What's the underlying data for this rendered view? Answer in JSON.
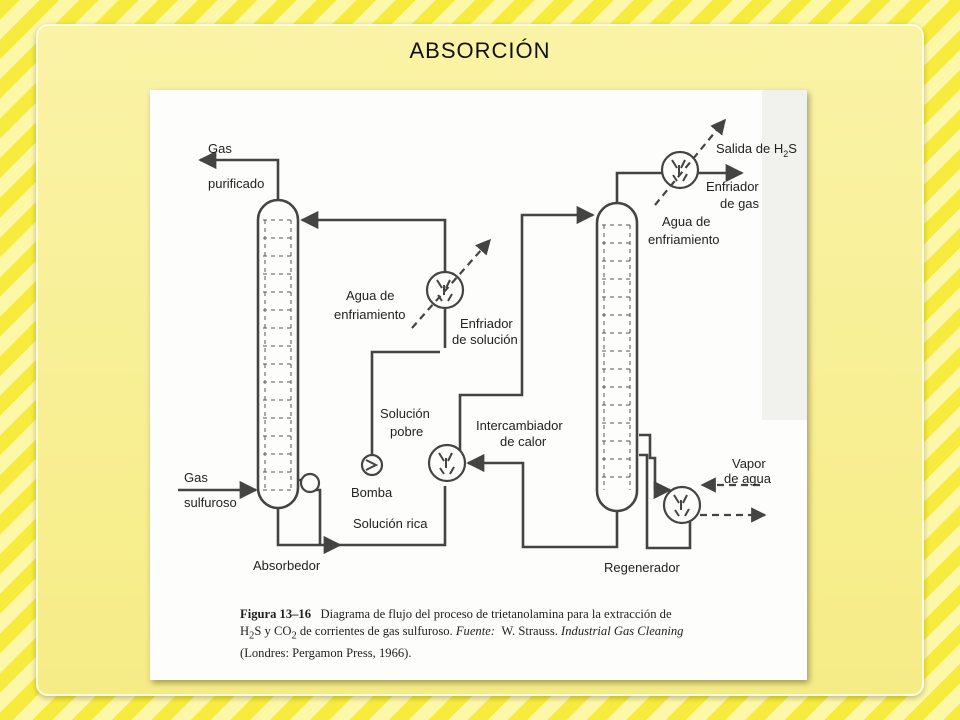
{
  "slide": {
    "title": "ABSORCIÓN"
  },
  "diagram": {
    "labels": {
      "gas_purificado_1": "Gas",
      "gas_purificado_2": "purificado",
      "gas_sulfuroso_1": "Gas",
      "gas_sulfuroso_2": "sulfuroso",
      "absorbedor": "Absorbedor",
      "agua_enfriamiento_left_1": "Agua de",
      "agua_enfriamiento_left_2": "enfriamiento",
      "enfriador_solucion_1": "Enfriador",
      "enfriador_solucion_2": "de solución",
      "solucion_pobre_1": "Solución",
      "solucion_pobre_2": "pobre",
      "bomba": "Bomba",
      "solucion_rica": "Solución rica",
      "intercambiador_1": "Intercambiador",
      "intercambiador_2": "de calor",
      "salida_h2s_1": "Salida de H",
      "salida_h2s_sub": "2",
      "salida_h2s_2": "S",
      "enfriador_gas_1": "Enfriador",
      "enfriador_gas_2": "de gas",
      "agua_enfriamiento_right_1": "Agua de",
      "agua_enfriamiento_right_2": "enfriamiento",
      "vapor_agua_1": "Vapor",
      "vapor_agua_2": "de agua",
      "regenerador": "Regenerador"
    },
    "caption": {
      "figure_number": "Figura 13–16",
      "text_1": "Diagrama de flujo del proceso de trietanolamina para la extracción de",
      "h": "H",
      "h_sub": "2",
      "s_y_co": "S y CO",
      "co_sub": "2",
      "text_2": " de corrientes de gas sulfuroso.",
      "fuente": "Fuente:",
      "author": "W. Strauss.",
      "book": "Industrial Gas Cleaning",
      "publisher": "(Londres: Pergamon Press, 1966)."
    }
  },
  "colors": {
    "background_stripe_dark": "#f7ec3d",
    "background_stripe_light": "#fdf7a8",
    "panel": "#faf3a6",
    "line": "#444444"
  }
}
